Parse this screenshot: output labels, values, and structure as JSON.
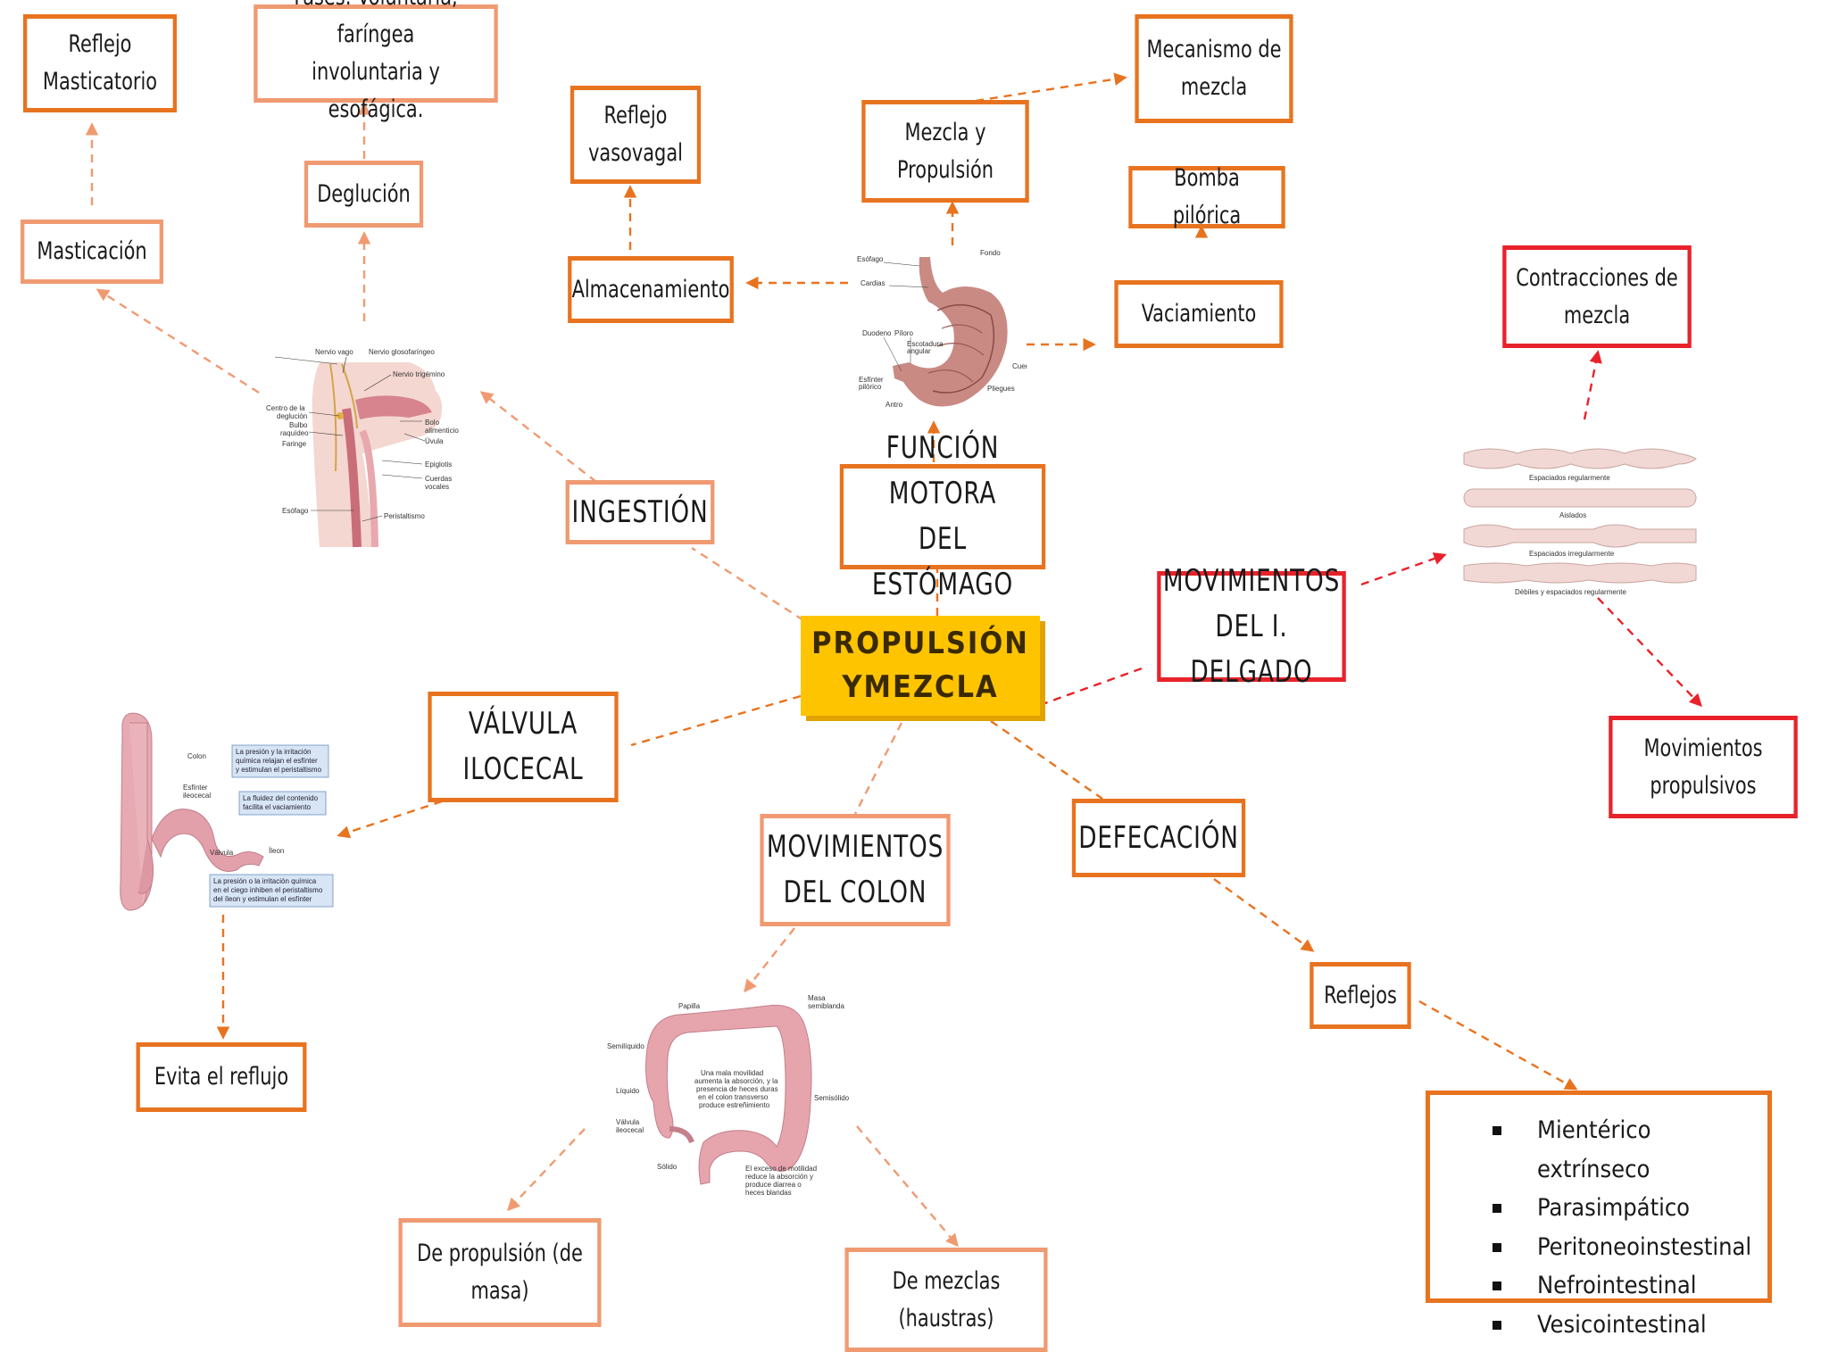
{
  "center": {
    "line1": "PROPULSIÓN Y",
    "line2": "MEZCLA"
  },
  "nodes": {
    "reflejo_masticatorio": {
      "l1": "Reflejo",
      "l2": "Masticatorio"
    },
    "fases": {
      "l1": "Fases: Voluntaria, faríngea",
      "l2": "involuntaria y esofágica."
    },
    "masticacion": "Masticación",
    "deglucion": "Deglución",
    "reflejo_vasovagal": {
      "l1": "Reflejo",
      "l2": "vasovagal"
    },
    "almacenamiento": "Almacenamiento",
    "mezcla_propulsion": {
      "l1": "Mezcla y",
      "l2": "Propulsión"
    },
    "mecanismo_mezcla": {
      "l1": "Mecanismo de",
      "l2": "mezcla"
    },
    "bomba_pilorica": "Bomba pilórica",
    "vaciamiento": "Vaciamiento",
    "contracciones_mezcla": {
      "l1": "Contracciones de",
      "l2": "mezcla"
    },
    "ingestion": "INGESTIÓN",
    "funcion_motora": {
      "l1": "FUNCIÓN MOTORA",
      "l2": "DEL ESTÓMAGO"
    },
    "movimientos_delgado": {
      "l1": "MOVIMIENTOS",
      "l2": "DEL I. DELGADO"
    },
    "valvula": {
      "l1": "VÁLVULA",
      "l2": "ILOCECAL"
    },
    "movimientos_propulsivos": {
      "l1": "Movimientos",
      "l2": "propulsivos"
    },
    "movimientos_colon": {
      "l1": "MOVIMIENTOS",
      "l2": "DEL COLON"
    },
    "defecacion": "DEFECACIÓN",
    "evita_reflujo": "Evita el reflujo",
    "reflejos": "Reflejos",
    "de_propulsion": {
      "l1": "De propulsión (de",
      "l2": "masa)"
    },
    "de_mezclas": {
      "l1": "De mezclas",
      "l2": "(haustras)"
    }
  },
  "reflejos_list": [
    "Mientérico extrínseco",
    "Parasimpático",
    "Peritoneoinstestinal",
    "Nefrointestinal",
    "Vesicointestinal"
  ],
  "illustrations": {
    "deglution": {
      "icon": "swallowing-anatomy-illustration",
      "labels": [
        "Nervio vago",
        "Nervio glosofaríngeo",
        "Nervio trigémino",
        "Centro de la",
        "deglución",
        "Bulbo",
        "raquídeo",
        "Faringe",
        "Bolo",
        "alimenticio",
        "Úvula",
        "Epiglotis",
        "Cuerdas",
        "vocales",
        "Esófago",
        "Peristaltismo"
      ]
    },
    "stomach": {
      "icon": "stomach-illustration",
      "labels": [
        "Esófago",
        "Fondo",
        "Cardias",
        "Duodeno",
        "Píloro",
        "Escotadura",
        "angular",
        "Esfínter",
        "pilórico",
        "Antro",
        "Cuerpo",
        "Pliegues"
      ]
    },
    "small_intestine": {
      "icon": "intestine-segmentation-illustration",
      "labels": [
        "Espaciados regularmente",
        "Aislados",
        "Espaciados irregularmente",
        "Débiles y espaciados regularmente"
      ]
    },
    "ileocecal": {
      "icon": "ileocecal-valve-illustration",
      "labels": [
        "Colon",
        "Esfínter",
        "ileocecal",
        "Válvula",
        "Íleon"
      ],
      "notes": [
        [
          "La presión y la irritación",
          "química relajan el esfínter",
          "y estimulan el peristaltismo"
        ],
        [
          "La fluidez del contenido",
          "facilita el vaciamiento"
        ],
        [
          "La presión o la irritación química",
          "en el ciego inhiben el peristaltismo",
          "del íleon y estimulan el esfínter"
        ]
      ]
    },
    "colon": {
      "icon": "colon-illustration",
      "labels": [
        "Papilla",
        "Masa",
        "semiblanda",
        "Semilíquido",
        "Líquido",
        "Válvula",
        "ileocecal",
        "Semisólido",
        "Sólido"
      ],
      "notes": [
        [
          "Una mala movilidad",
          "aumenta la absorción, y la",
          "presencia de heces duras",
          "en el colon transverso",
          "produce estreñimiento"
        ],
        [
          "El exceso de motilidad",
          "reduce la absorción y",
          "produce diarrea o",
          "heces blandas"
        ]
      ]
    }
  },
  "colors": {
    "orange": "#e8731f",
    "light_orange": "#f09a72",
    "red": "#e8222a",
    "center": "#ffc400"
  }
}
